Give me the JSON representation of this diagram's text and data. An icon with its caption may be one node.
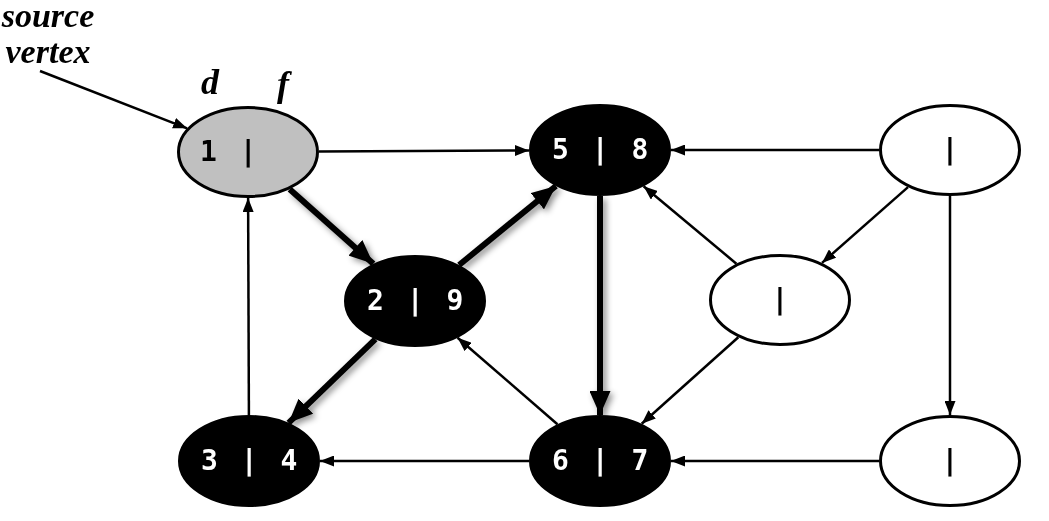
{
  "diagram": {
    "nodes": [
      {
        "text": [
          "source vertex"
        ]
      },
      {
        "text": [
          "1 |"
        ],
        "beside": [
          "d",
          "f"
        ]
      },
      {
        "text": [
          "5 | 8"
        ]
      },
      {
        "text": [
          "|"
        ]
      },
      {
        "text": [
          "2 | 9"
        ]
      },
      {
        "text": [
          "|"
        ]
      },
      {
        "text": [
          "3 | 4"
        ]
      },
      {
        "text": [
          "6 | 7"
        ]
      },
      {
        "text": [
          "|"
        ]
      }
    ],
    "edges": [
      {
        "from": 0,
        "to": 1,
        "arrow": "to"
      },
      {
        "from": 1,
        "to": 2,
        "arrow": "to"
      },
      {
        "from": 1,
        "to": 4,
        "arrow": "to",
        "style": "thick"
      },
      {
        "from": 4,
        "to": 2,
        "arrow": "to",
        "style": "thick"
      },
      {
        "from": 4,
        "to": 6,
        "arrow": "to",
        "style": "thick"
      },
      {
        "from": 2,
        "to": 7,
        "arrow": "to",
        "style": "thick"
      },
      {
        "from": 6,
        "to": 1,
        "arrow": "to"
      },
      {
        "from": 7,
        "to": 6,
        "arrow": "to"
      },
      {
        "from": 7,
        "to": 4,
        "arrow": "to"
      },
      {
        "from": 3,
        "to": 2,
        "arrow": "to"
      },
      {
        "from": 3,
        "to": 5,
        "arrow": "to"
      },
      {
        "from": 3,
        "to": 8,
        "arrow": "to"
      },
      {
        "from": 5,
        "to": 2,
        "arrow": "to"
      },
      {
        "from": 5,
        "to": 7,
        "arrow": "to"
      },
      {
        "from": 8,
        "to": 7,
        "arrow": "to"
      }
    ]
  }
}
